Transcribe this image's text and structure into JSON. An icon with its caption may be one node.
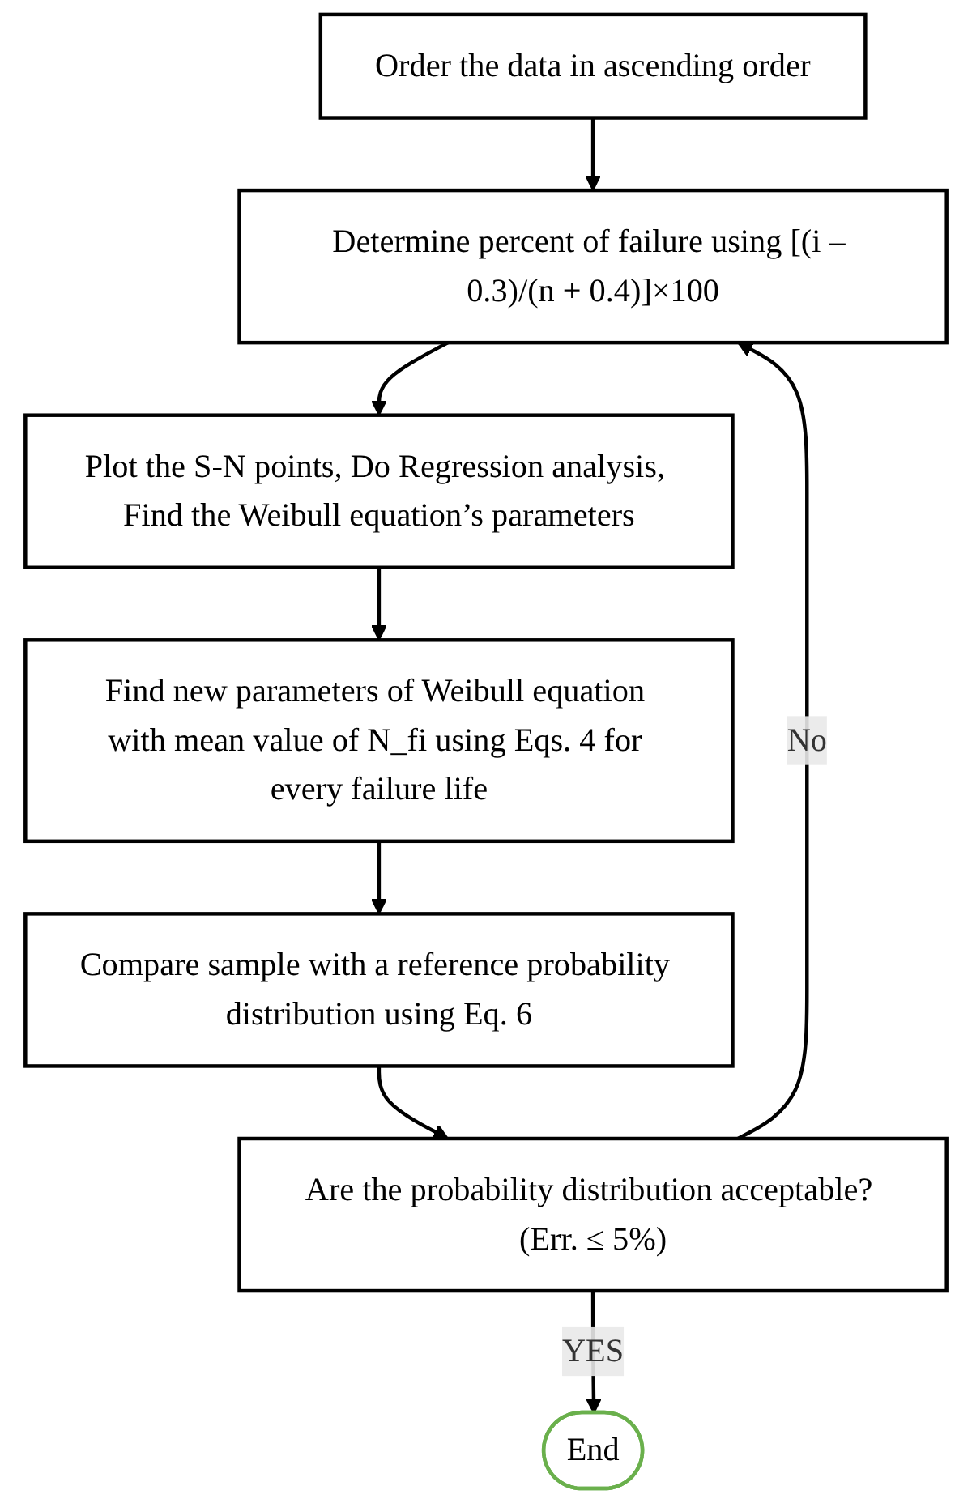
{
  "diagram": {
    "nodes": [
      {
        "text": [
          "Order the data in ascending order"
        ]
      },
      {
        "text": [
          "Determine percent of failure using [(i – 0.3)/(n + 0.4)]×100"
        ]
      },
      {
        "text": [
          "Plot the S-N points, Do Regression analysis, Find the Weibull equation’s parameters"
        ]
      },
      {
        "text": [
          "Find new parameters of Weibull equation with mean value of N_fi using Eqs. 4 for every failure life"
        ]
      },
      {
        "text": [
          "Compare sample with a reference probability distribution using Eq. 6"
        ]
      },
      {
        "text": [
          "Are the probability distribution acceptable? (Err. ≤ 5%)"
        ]
      },
      {
        "text": [
          "End"
        ]
      }
    ],
    "edges": [
      {
        "from": 0,
        "to": 1,
        "arrow": "to"
      },
      {
        "from": 1,
        "to": 2,
        "arrow": "to"
      },
      {
        "from": 2,
        "to": 3,
        "arrow": "to"
      },
      {
        "from": 3,
        "to": 4,
        "arrow": "to"
      },
      {
        "from": 4,
        "to": 5,
        "arrow": "to"
      },
      {
        "from": 5,
        "to": 1,
        "label": "No",
        "arrow": "to"
      },
      {
        "from": 5,
        "to": 6,
        "label": "YES",
        "arrow": "to"
      }
    ]
  }
}
